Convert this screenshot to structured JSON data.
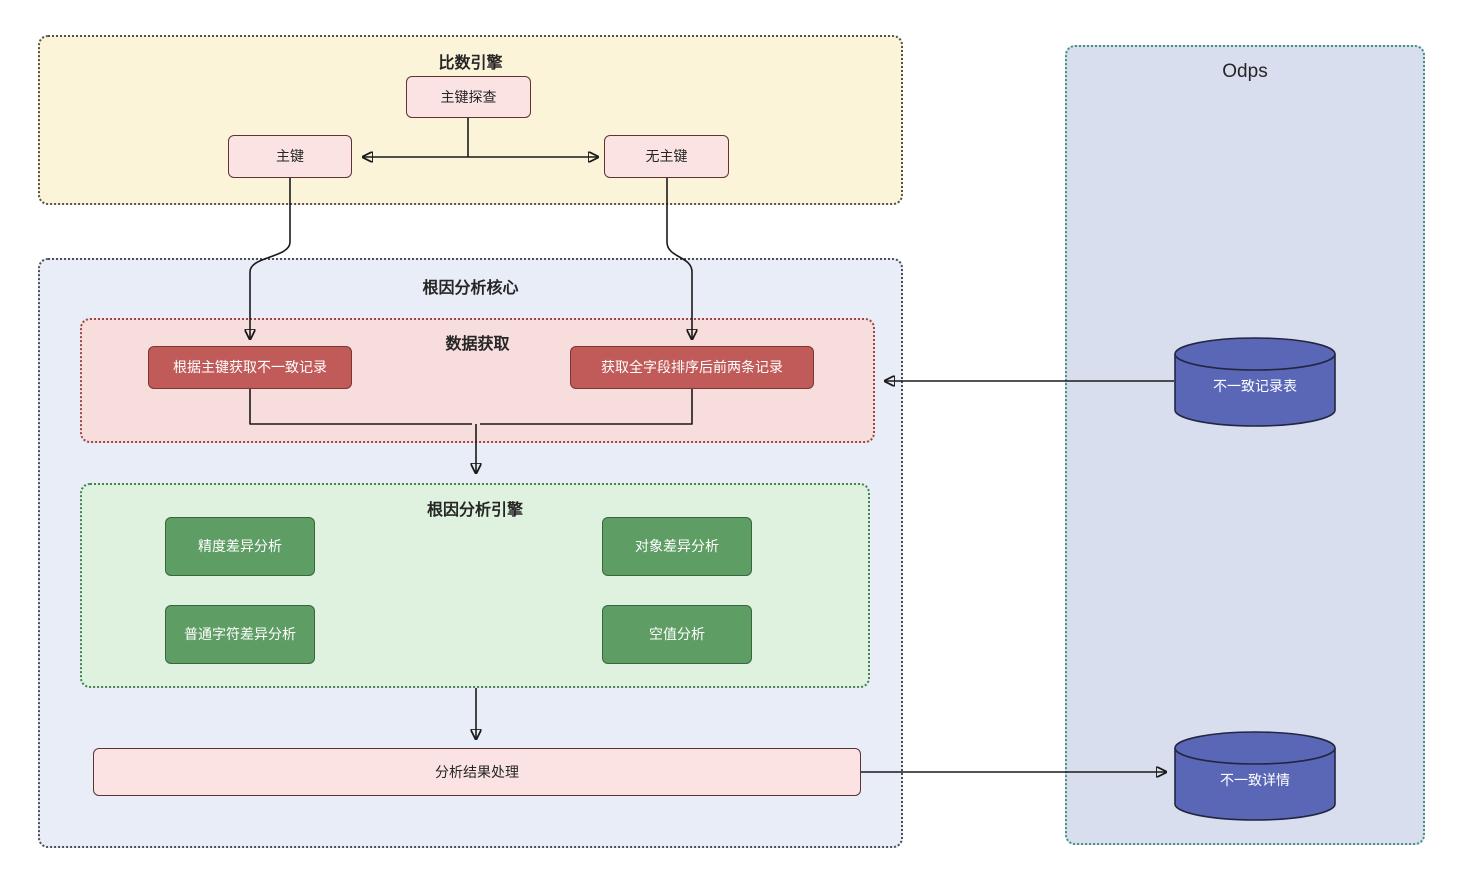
{
  "colors": {
    "canvas_bg": "#ffffff",
    "compare_engine_bg": "#fcf4d8",
    "compare_engine_border": "#55504a",
    "pink_node_bg": "#fbe3e3",
    "pink_node_border": "#5c3434",
    "core_bg": "#e9edf8",
    "core_border": "#4c4f58",
    "fetch_bg": "#f8dddd",
    "fetch_border": "#99494c",
    "red_node_bg": "#c05b59",
    "red_node_border": "#7e3533",
    "engine_bg": "#def2df",
    "engine_border": "#458259",
    "green_node_bg": "#5e9d64",
    "green_node_border": "#38663e",
    "odps_bg": "#d9deef",
    "odps_border": "#3e9386",
    "db_bg": "#5a67b6",
    "db_border": "#23263f",
    "arrow": "#1a1a1a",
    "text_dark": "#262626",
    "text_light": "#ffffff"
  },
  "compare_engine": {
    "title": "比数引擎",
    "pk_probe": "主键探查",
    "pk": "主键",
    "no_pk": "无主键"
  },
  "core": {
    "title": "根因分析核心",
    "fetch": {
      "title": "数据获取",
      "by_pk": "根据主键获取不一致记录",
      "sorted_top2": "获取全字段排序后前两条记录"
    },
    "engine": {
      "title": "根因分析引擎",
      "precision": "精度差异分析",
      "object": "对象差异分析",
      "plain_char": "普通字符差异分析",
      "null": "空值分析"
    },
    "result": "分析结果处理"
  },
  "odps": {
    "title": "Odps",
    "record_table": "不一致记录表",
    "detail_table": "不一致详情"
  }
}
